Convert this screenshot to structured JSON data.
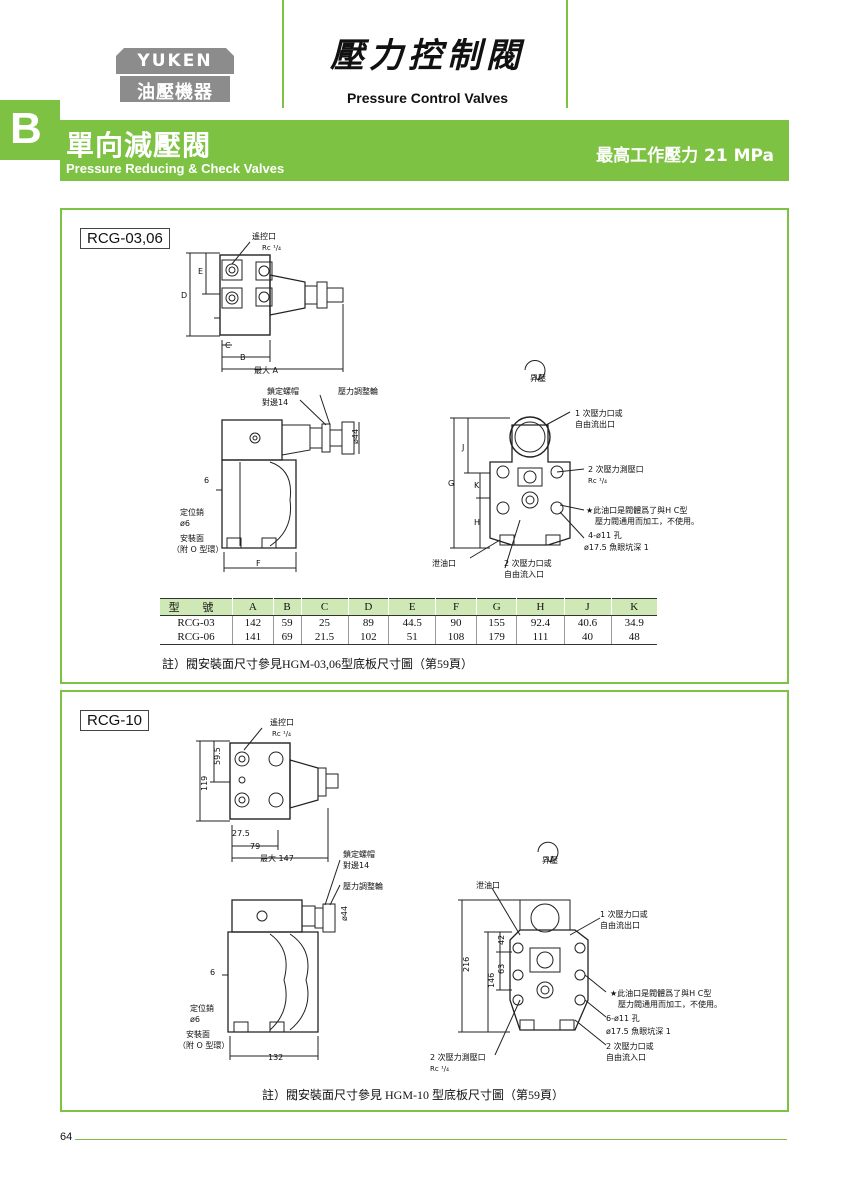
{
  "header": {
    "logo_brand": "YUKEN",
    "logo_cn": "油壓機器",
    "category_cn": "壓力控制閥",
    "category_en": "Pressure Control Valves"
  },
  "section": {
    "tab_letter": "B",
    "title_cn": "單向減壓閥",
    "title_en": "Pressure Reducing & Check Valves",
    "max_pressure": "最高工作壓力  21 MPa"
  },
  "colors": {
    "accent": "#7dc242",
    "table_header": "#cfe9b6"
  },
  "panel1": {
    "label": "RCG-03,06",
    "callouts": {
      "pilot_port": "遙控口",
      "pilot_port_size": "Rc ¹/₄",
      "lock_nut": "鎖定螺帽",
      "lock_nut_size": "對邊14",
      "adjust_knob": "壓力調整輪",
      "rotation": "昇壓",
      "primary_port_1": "1 次壓力口或",
      "primary_port_2": "自由流出口",
      "secondary_gauge": "2 次壓力測壓口",
      "secondary_gauge_size": "Rc ¹/₄",
      "star_note_1": "★此油口是閥體爲了與H C型",
      "star_note_2": "壓力閥通用而加工，不使用。",
      "bolt_holes": "4-ø11 孔",
      "counterbore": "ø17.5 魚眼坑深 1",
      "drain": "泄油口",
      "secondary_port_1": "2 次壓力口或",
      "secondary_port_2": "自由流入口",
      "locating_pin": "定位銷",
      "locating_pin_size": "ø6",
      "mounting_1": "安裝面",
      "mounting_2": "（附 O 型環）",
      "max_a": "最大 A",
      "dia44": "ø44",
      "dim6": "6"
    },
    "table": {
      "headers": [
        "型 號",
        "A",
        "B",
        "C",
        "D",
        "E",
        "F",
        "G",
        "H",
        "J",
        "K"
      ],
      "rows": [
        [
          "RCG-03",
          "142",
          "59",
          "25",
          "89",
          "44.5",
          "90",
          "155",
          "92.4",
          "40.6",
          "34.9"
        ],
        [
          "RCG-06",
          "141",
          "69",
          "21.5",
          "102",
          "51",
          "108",
          "179",
          "111",
          "40",
          "48"
        ]
      ]
    },
    "note": "註）閥安裝面尺寸參見HGM-03,06型底板尺寸圖（第59頁）"
  },
  "panel2": {
    "label": "RCG-10",
    "callouts": {
      "pilot_port": "遙控口",
      "pilot_port_size": "Rc ¹/₄",
      "lock_nut": "鎖定螺帽",
      "lock_nut_size": "對邊14",
      "adjust_knob": "壓力調整輪",
      "rotation": "昇壓",
      "drain": "泄油口",
      "primary_port_1": "1 次壓力口或",
      "primary_port_2": "自由流出口",
      "star_note_1": "★此油口是閥體爲了與H C型",
      "star_note_2": "壓力閥通用而加工，不使用。",
      "bolt_holes": "6-ø11 孔",
      "counterbore": "ø17.5 魚眼坑深 1",
      "secondary_port_1": "2 次壓力口或",
      "secondary_port_2": "自由流入口",
      "secondary_gauge": "2 次壓力測壓口",
      "secondary_gauge_size": "Rc ¹/₄",
      "locating_pin": "定位銷",
      "locating_pin_size": "ø6",
      "mounting_1": "安裝面",
      "mounting_2": "（附 O 型環）",
      "dim_119": "119",
      "dim_59_5": "59.5",
      "dim_27_5": "27.5",
      "dim_79": "79",
      "dim_max147": "最大 147",
      "dim_6": "6",
      "dim_132": "132",
      "dim_216": "216",
      "dim_146": "146",
      "dim_42": "42",
      "dim_63": "63",
      "dia44": "ø44"
    },
    "note": "註）閥安裝面尺寸參見 HGM-10 型底板尺寸圖（第59頁）"
  },
  "footer": {
    "page_number": "64"
  }
}
